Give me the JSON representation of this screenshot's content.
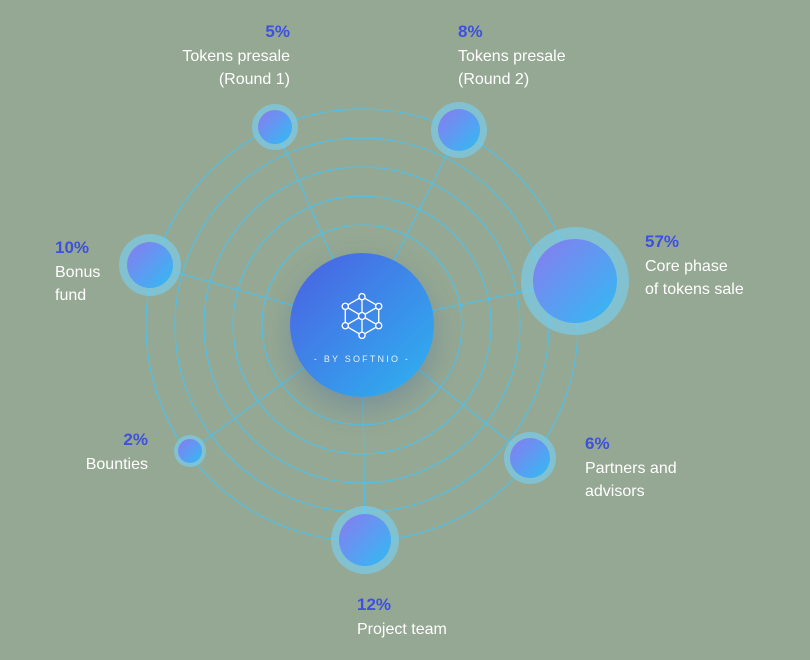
{
  "title": "Token distribution orbit diagram",
  "background_color": "#95a893",
  "colors": {
    "percent_text": "#3d50e0",
    "label_text": "#ffffff",
    "orbit_ring": "#4ac2ef",
    "node_gradient_start": "#8a7af0",
    "node_gradient_end": "#2fbcf3",
    "center_gradient_start": "#4c5fe2",
    "center_gradient_end": "#2db4f0",
    "node_halo": "rgba(118,212,252,0.58)"
  },
  "center": {
    "brand_text": "- BY SOFTNIO -",
    "logo_icon": "hexagon-network-icon"
  },
  "nodes": [
    {
      "id": "tokens-presale-round-1",
      "percent": "5%",
      "line1": "Tokens presale",
      "line2": "(Round 1)"
    },
    {
      "id": "tokens-presale-round-2",
      "percent": "8%",
      "line1": "Tokens presale",
      "line2": "(Round 2)"
    },
    {
      "id": "bonus-fund",
      "percent": "10%",
      "line1": "Bonus",
      "line2": "fund"
    },
    {
      "id": "core-phase",
      "percent": "57%",
      "line1": "Core phase",
      "line2": "of tokens sale"
    },
    {
      "id": "bounties",
      "percent": "2%",
      "line1": "Bounties"
    },
    {
      "id": "partners-and-advisors",
      "percent": "6%",
      "line1": "Partners and",
      "line2": "advisors"
    },
    {
      "id": "project-team",
      "percent": "12%",
      "line1": "Project team"
    }
  ],
  "chart_data": {
    "type": "pie",
    "title": "Token distribution",
    "categories": [
      "Tokens presale (Round 1)",
      "Tokens presale (Round 2)",
      "Bonus fund",
      "Core phase of tokens sale",
      "Bounties",
      "Partners and advisors",
      "Project team"
    ],
    "values": [
      5,
      8,
      10,
      57,
      2,
      6,
      12
    ],
    "unit": "%"
  }
}
